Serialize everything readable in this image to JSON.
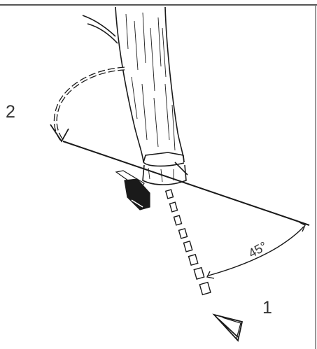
{
  "labels": {
    "escape_route": "2",
    "felling_direction": "1",
    "angle": "45°"
  },
  "colors": {
    "line": "#1a1a1a",
    "frame": "#555555",
    "background": "#ffffff"
  }
}
